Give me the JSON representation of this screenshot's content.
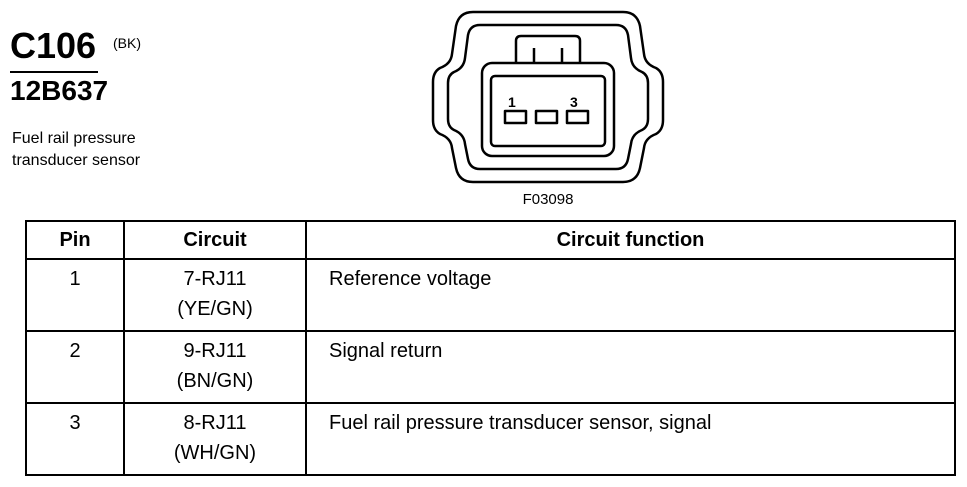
{
  "header": {
    "connector_id": "C106",
    "connector_color": "(BK)",
    "part_number": "12B637",
    "description_line1": "Fuel rail pressure",
    "description_line2": "transducer sensor"
  },
  "diagram": {
    "pin_label_first": "1",
    "pin_label_last": "3",
    "figure_code": "F03098"
  },
  "table": {
    "headers": {
      "pin": "Pin",
      "circuit": "Circuit",
      "function": "Circuit function"
    },
    "rows": [
      {
        "pin": "1",
        "circuit": "7-RJ11",
        "wire_color": "(YE/GN)",
        "function": "Reference voltage"
      },
      {
        "pin": "2",
        "circuit": "9-RJ11",
        "wire_color": "(BN/GN)",
        "function": "Signal return"
      },
      {
        "pin": "3",
        "circuit": "8-RJ11",
        "wire_color": "(WH/GN)",
        "function": "Fuel rail pressure transducer sensor, signal"
      }
    ]
  }
}
